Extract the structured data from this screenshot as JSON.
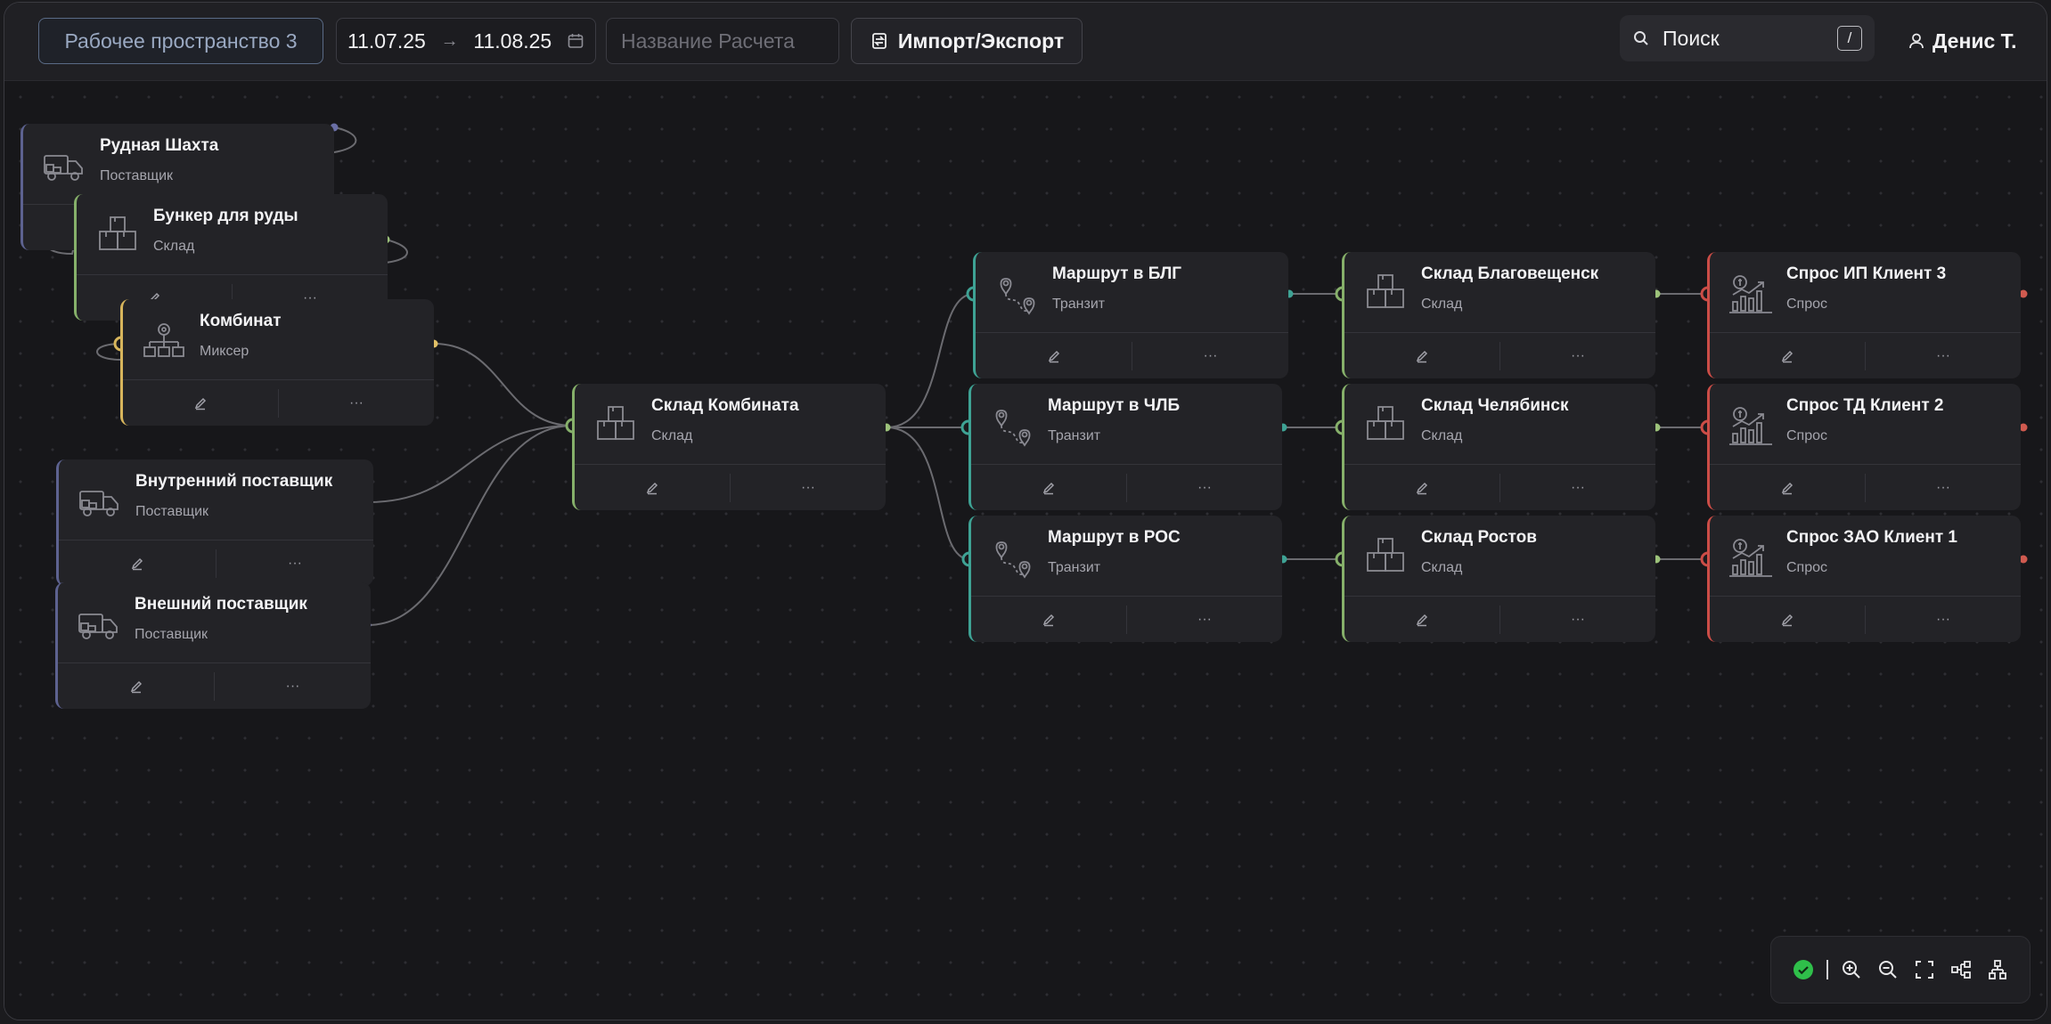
{
  "topbar": {
    "workspace": "Рабочее пространство 3",
    "date_from": "11.07.25",
    "date_arrow": "→",
    "date_to": "11.08.25",
    "calc_name_placeholder": "Название Расчета",
    "import_export": "Импорт/Экспорт",
    "search_label": "Поиск",
    "search_shortcut": "/",
    "user": "Денис Т."
  },
  "node_actions": {
    "more": "···"
  },
  "nodes": [
    {
      "title": "Рудная Шахта",
      "type": "Поставщик",
      "icon": "truck-icon"
    },
    {
      "title": "Бункер для руды",
      "type": "Склад",
      "icon": "boxes-icon"
    },
    {
      "title": "Комбинат",
      "type": "Миксер",
      "icon": "mixer-icon"
    },
    {
      "title": "Склад Комбината",
      "type": "Склад",
      "icon": "boxes-icon"
    },
    {
      "title": "Внутренний поставщик",
      "type": "Поставщик",
      "icon": "truck-icon"
    },
    {
      "title": "Внешний поставщик",
      "type": "Поставщик",
      "icon": "truck-icon"
    },
    {
      "title": "Маршрут в БЛГ",
      "type": "Транзит",
      "icon": "route-icon"
    },
    {
      "title": "Маршрут в ЧЛБ",
      "type": "Транзит",
      "icon": "route-icon"
    },
    {
      "title": "Маршрут в РОС",
      "type": "Транзит",
      "icon": "route-icon"
    },
    {
      "title": "Склад Благовещенск",
      "type": "Склад",
      "icon": "boxes-icon"
    },
    {
      "title": "Склад Челябинск",
      "type": "Склад",
      "icon": "boxes-icon"
    },
    {
      "title": "Склад Ростов",
      "type": "Склад",
      "icon": "boxes-icon"
    },
    {
      "title": "Спрос ИП Клиент 3",
      "type": "Спрос",
      "icon": "demand-icon"
    },
    {
      "title": "Спрос ТД Клиент 2",
      "type": "Спрос",
      "icon": "demand-icon"
    },
    {
      "title": "Спрос ЗАО Клиент 1",
      "type": "Спрос",
      "icon": "demand-icon"
    }
  ],
  "colors": {
    "supplier": "#5d6290",
    "warehouse": "#86b06a",
    "mixer": "#d7b55c",
    "transit": "#3ea294",
    "demand": "#cc4d47",
    "status_ok": "#2fbf4a"
  }
}
